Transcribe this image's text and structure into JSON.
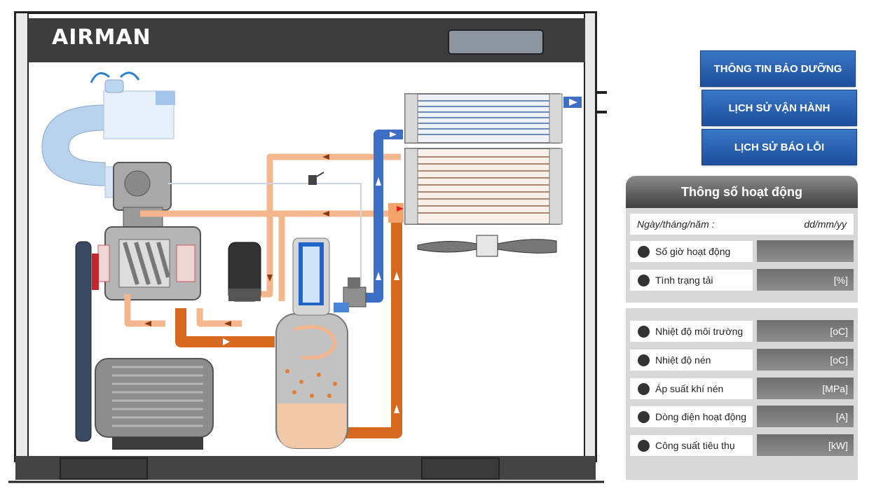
{
  "brand": {
    "name": "AIRMAN"
  },
  "nav": {
    "maintenance": "THÔNG TIN BẢO DƯỠNG",
    "operation_history": "LỊCH SỬ VẬN HÀNH",
    "error_history": "LỊCH SỬ BÁO LỖI"
  },
  "panel": {
    "title": "Thông số hoạt động",
    "date_label": "Ngày/tháng/năm :",
    "date_value": "dd/mm/yy",
    "rows": [
      {
        "label": "Số giờ hoạt động",
        "unit": ""
      },
      {
        "label": "Tình trạng tải",
        "unit": "[%]"
      },
      {
        "label": "Nhiệt độ môi trường",
        "unit": "[oC]"
      },
      {
        "label": "Nhiệt độ nén",
        "unit": "[oC]"
      },
      {
        "label": "Áp suất khí nén",
        "unit": "[MPa]"
      },
      {
        "label": "Dòng điện hoạt động",
        "unit": "[A]"
      },
      {
        "label": "Công suất tiêu thụ",
        "unit": "[kW]"
      }
    ]
  },
  "colors": {
    "nav_blue": "#1d4f9c",
    "oil_dark": "#d4691f",
    "oil_light": "#f4b68c",
    "air_blue": "#3e6fc6",
    "panel_gray": "#d8d8d8"
  }
}
